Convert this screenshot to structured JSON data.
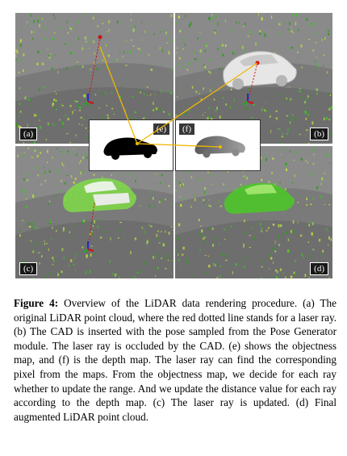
{
  "figure": {
    "panels": [
      {
        "id": "a",
        "label": "(a)"
      },
      {
        "id": "b",
        "label": "(b)"
      },
      {
        "id": "c",
        "label": "(c)"
      },
      {
        "id": "d",
        "label": "(d)"
      }
    ],
    "maps": [
      {
        "id": "e",
        "label": "(e)"
      },
      {
        "id": "f",
        "label": "(f)"
      }
    ],
    "colors": {
      "ground": "#7d7d7d",
      "point_green": "#3fbf2a",
      "point_yellow": "#c8dc3c",
      "ray": "#d01010",
      "connector": "#f0b800",
      "car_cad": "#e6e6e6"
    }
  },
  "caption": {
    "label": "Figure 4:",
    "text": " Overview of the LiDAR data rendering procedure. (a) The original LiDAR point cloud, where the red dotted line stands for a laser ray. (b) The CAD is inserted with the pose sampled from the Pose Generator module. The laser ray is occluded by the CAD. (e) shows the objectness map, and (f) is the depth map. The laser ray can find the corresponding pixel from the maps. From the objectness map, we decide for each ray whether to update the range. And we update the distance value for each ray according to the depth map. (c) The laser ray is updated. (d) Final augmented LiDAR point cloud."
  }
}
